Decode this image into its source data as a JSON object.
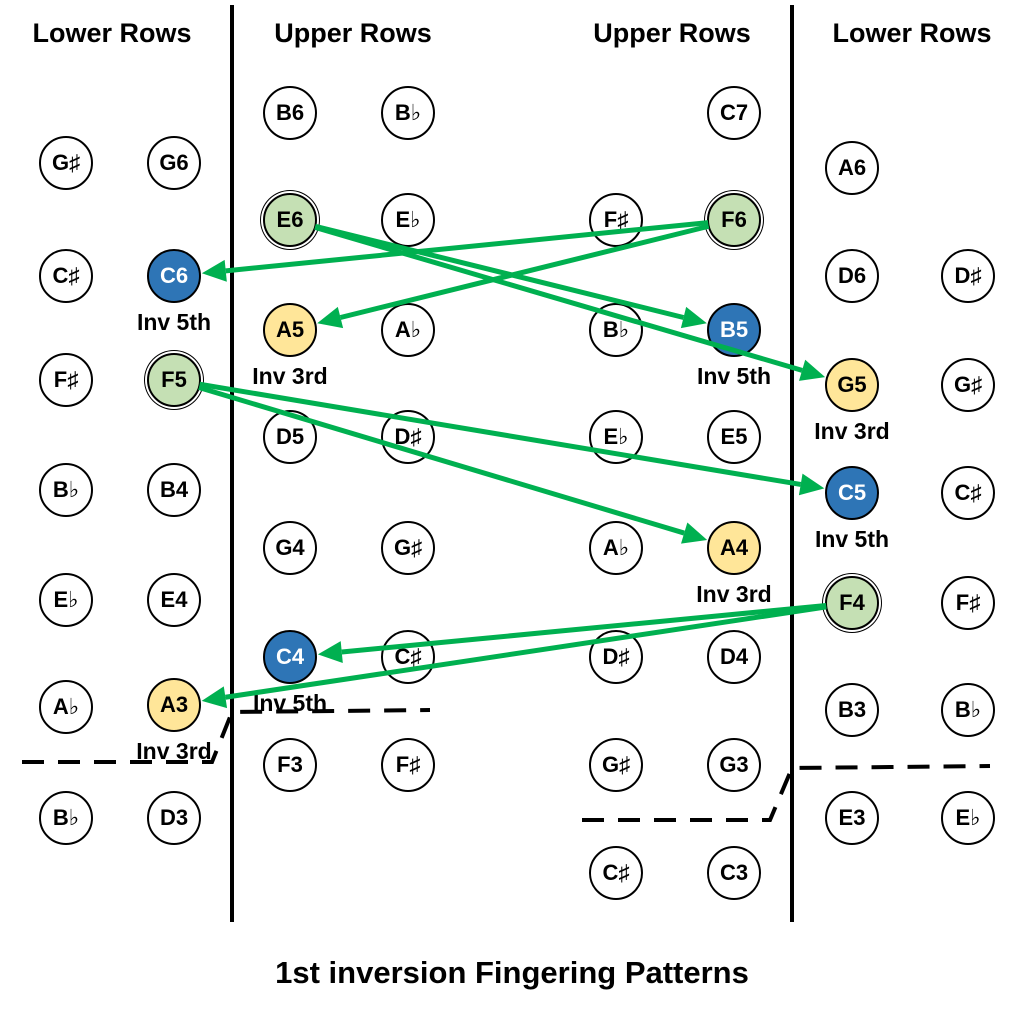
{
  "headers": [
    "Lower Rows",
    "Upper Rows",
    "Upper Rows",
    "Lower Rows"
  ],
  "title": "1st inversion Fingering Patterns",
  "colors": {
    "blue": "#2e75b6",
    "yellow": "#ffe699",
    "green": "#c5e0b4",
    "arrow": "#00b050"
  },
  "columns": [
    {
      "notes": [
        {
          "label": "G♯"
        },
        {
          "label": "C♯"
        },
        {
          "label": "F♯"
        },
        {
          "label": "B♭"
        },
        {
          "label": "E♭"
        },
        {
          "label": "A♭"
        },
        {
          "label": "B♭"
        }
      ]
    },
    {
      "notes": [
        {
          "label": "G6"
        },
        {
          "label": "C6",
          "style": "blue",
          "caption": "Inv 5th"
        },
        {
          "label": "F5",
          "style": "green"
        },
        {
          "label": "B4"
        },
        {
          "label": "E4"
        },
        {
          "label": "A3",
          "style": "yellow",
          "caption": "Inv 3rd"
        },
        {
          "label": "D3"
        }
      ]
    },
    {
      "notes": [
        {
          "label": "B6"
        },
        {
          "label": "E6",
          "style": "green"
        },
        {
          "label": "A5",
          "style": "yellow",
          "caption": "Inv 3rd"
        },
        {
          "label": "D5"
        },
        {
          "label": "G4"
        },
        {
          "label": "C4",
          "style": "blue",
          "caption": "Inv 5th"
        },
        {
          "label": "F3"
        }
      ]
    },
    {
      "notes": [
        {
          "label": "B♭"
        },
        {
          "label": "E♭"
        },
        {
          "label": "A♭"
        },
        {
          "label": "D♯"
        },
        {
          "label": "G♯"
        },
        {
          "label": "C♯"
        },
        {
          "label": "F♯"
        }
      ]
    },
    {
      "notes": [
        {
          "label": "F♯"
        },
        {
          "label": "B♭"
        },
        {
          "label": "E♭"
        },
        {
          "label": "A♭"
        },
        {
          "label": "D♯"
        },
        {
          "label": "G♯"
        },
        {
          "label": "C♯"
        }
      ]
    },
    {
      "notes": [
        {
          "label": "C7"
        },
        {
          "label": "F6",
          "style": "green"
        },
        {
          "label": "B5",
          "style": "blue",
          "caption": "Inv 5th"
        },
        {
          "label": "E5"
        },
        {
          "label": "A4",
          "style": "yellow",
          "caption": "Inv 3rd"
        },
        {
          "label": "D4"
        },
        {
          "label": "G3"
        },
        {
          "label": "C3"
        }
      ]
    },
    {
      "notes": [
        {
          "label": "A6"
        },
        {
          "label": "D6"
        },
        {
          "label": "G5",
          "style": "yellow",
          "caption": "Inv 3rd"
        },
        {
          "label": "C5",
          "style": "blue",
          "caption": "Inv 5th"
        },
        {
          "label": "F4",
          "style": "green"
        },
        {
          "label": "B3"
        },
        {
          "label": "E3"
        }
      ]
    },
    {
      "notes": [
        {
          "label": "D♯"
        },
        {
          "label": "G♯"
        },
        {
          "label": "C♯"
        },
        {
          "label": "F♯"
        },
        {
          "label": "B♭"
        },
        {
          "label": "E♭"
        }
      ]
    }
  ],
  "arrows": [
    {
      "from": "E6",
      "to": "G5"
    },
    {
      "from": "E6",
      "to": "B5"
    },
    {
      "from": "F6",
      "to": "C6"
    },
    {
      "from": "F6",
      "to": "A5"
    },
    {
      "from": "F5",
      "to": "C5"
    },
    {
      "from": "F5",
      "to": "A4"
    },
    {
      "from": "F4",
      "to": "C4"
    },
    {
      "from": "F4",
      "to": "A3"
    }
  ]
}
